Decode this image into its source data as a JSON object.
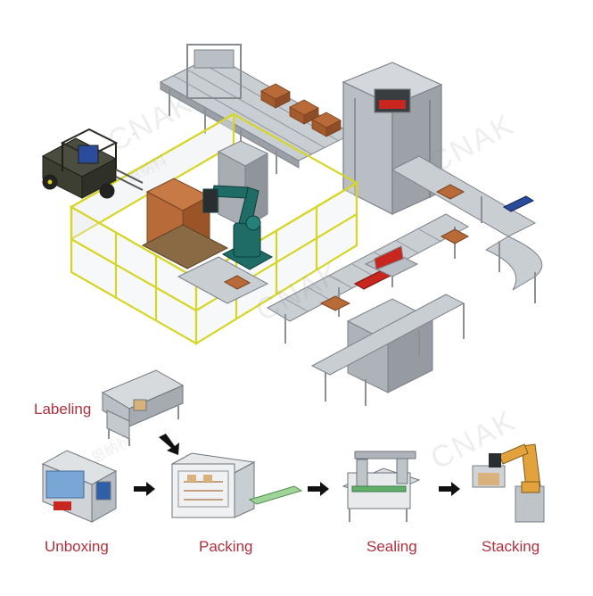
{
  "line": {
    "watermark_text": "CNAK",
    "watermark_sub": "恩纳科"
  },
  "stages": {
    "labeling": "Labeling",
    "unboxing": "Unboxing",
    "packing": "Packing",
    "sealing": "Sealing",
    "stacking": "Stacking"
  },
  "colors": {
    "label_text": "#b0303c",
    "guard_frame": "#d6d626",
    "box": "#b86a38",
    "robot": "#1f6b66",
    "forklift": "#3d3f33",
    "machine_grey": "#a9afb5",
    "flap_red": "#c8261e",
    "arrow": "#111111",
    "stacker_robot": "#e3a23c"
  }
}
